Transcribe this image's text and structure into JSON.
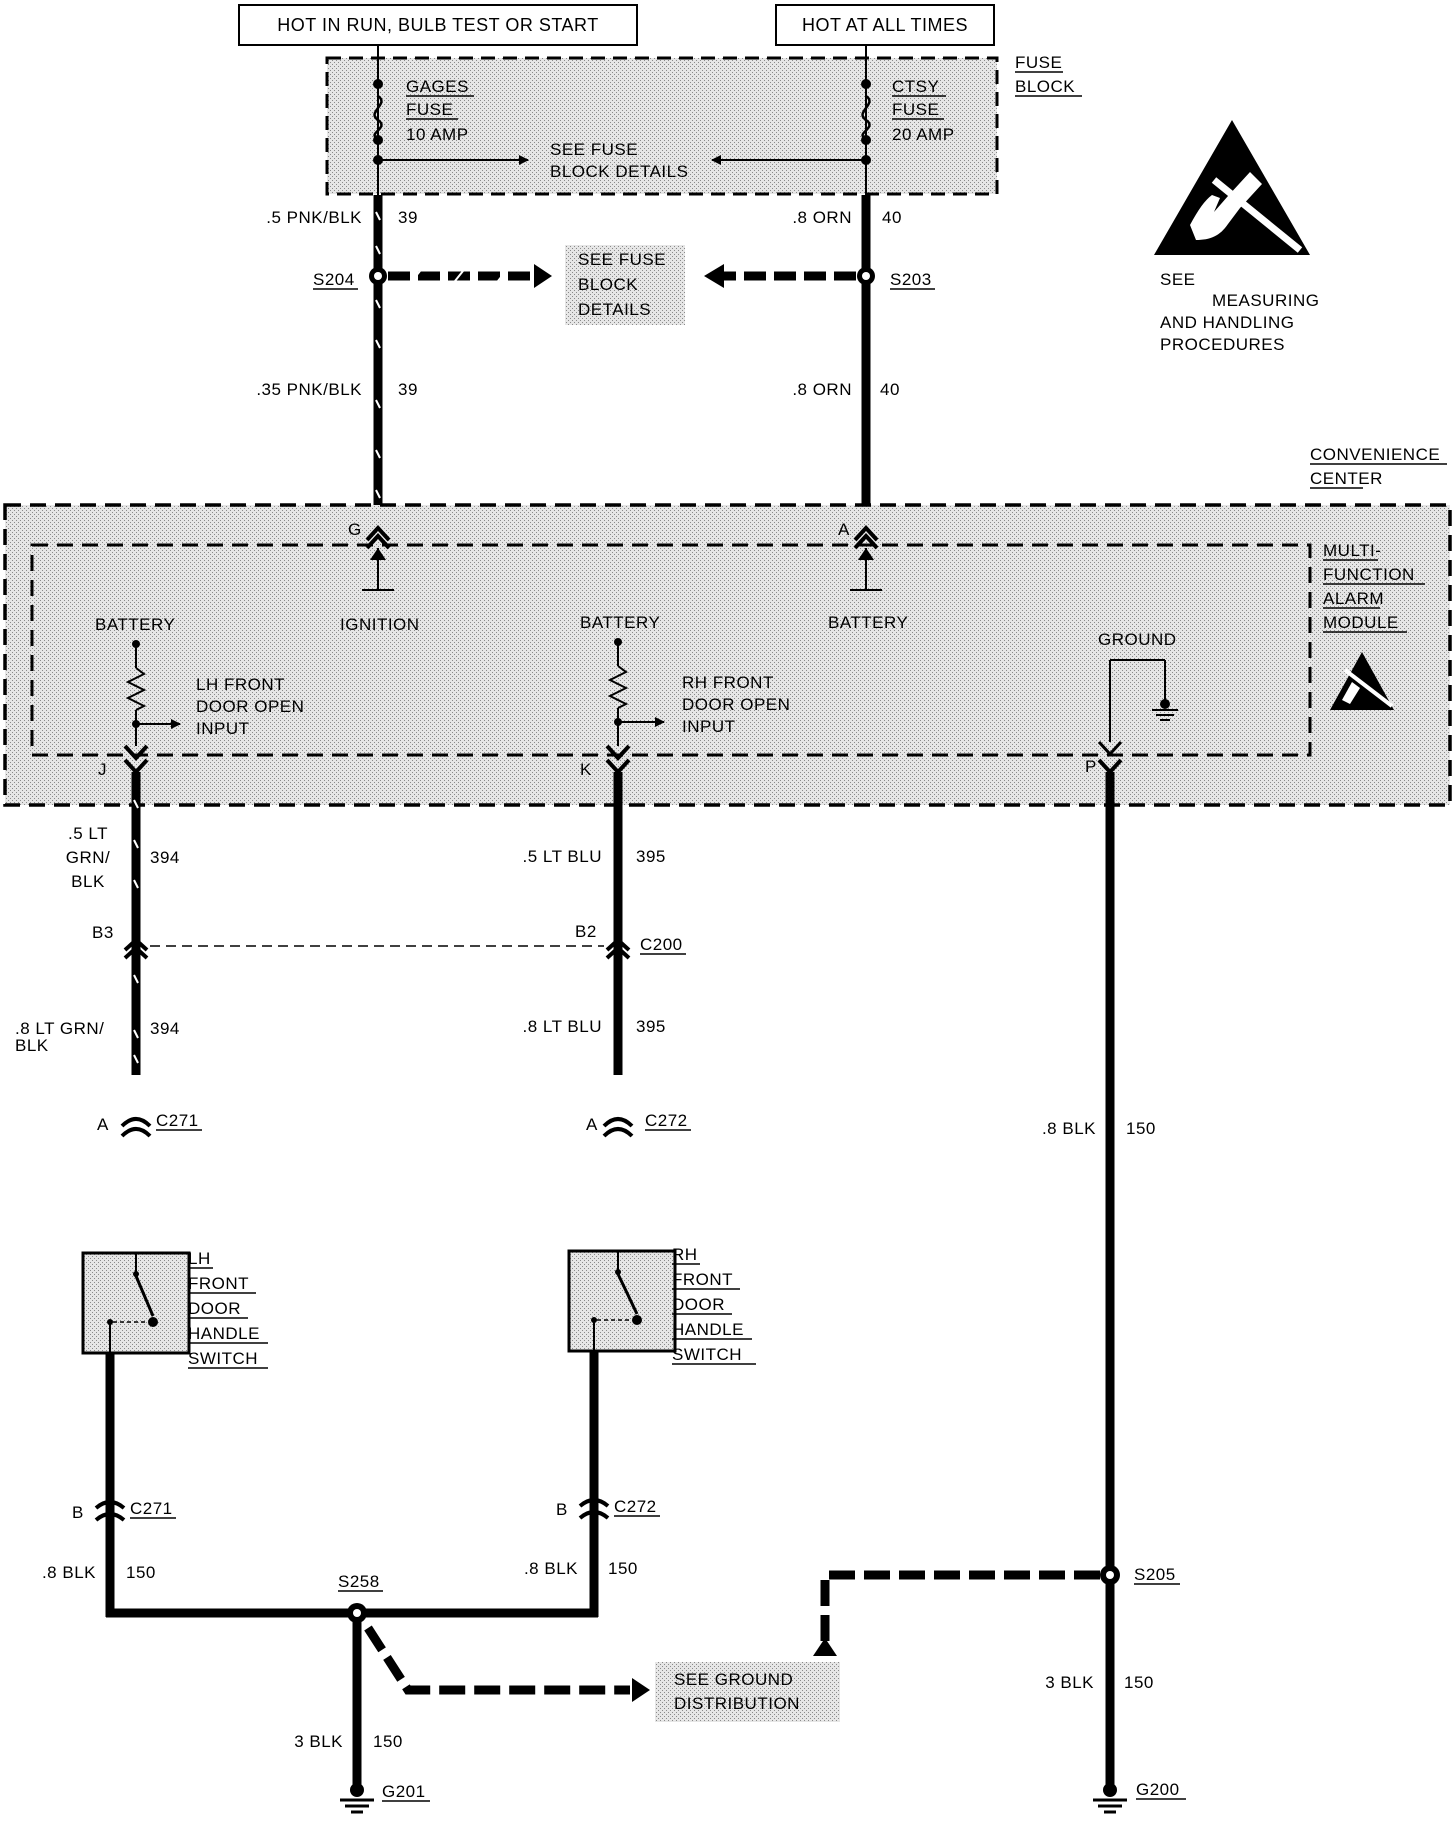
{
  "power": {
    "run": "HOT IN RUN, BULB TEST OR START",
    "always": "HOT AT ALL TIMES"
  },
  "fuse_block": {
    "label_line1": "FUSE",
    "label_line2": "BLOCK",
    "gages": [
      "GAGES",
      "FUSE",
      "10 AMP"
    ],
    "ctsy": [
      "CTSY",
      "FUSE",
      "20 AMP"
    ],
    "see_details": [
      "SEE FUSE",
      "BLOCK DETAILS"
    ]
  },
  "fuse_details_box": [
    "SEE FUSE",
    "BLOCK",
    "DETAILS"
  ],
  "esd": [
    "SEE",
    "MEASURING",
    "AND HANDLING",
    "PROCEDURES"
  ],
  "wires": {
    "w39_upper": {
      "size": ".5 PNK/BLK",
      "circuit": "39"
    },
    "w40_upper": {
      "size": ".8 ORN",
      "circuit": "40"
    },
    "w39_lower": {
      "size": ".35 PNK/BLK",
      "circuit": "39"
    },
    "w40_lower": {
      "size": ".8 ORN",
      "circuit": "40"
    },
    "w394_upper": {
      "size": [
        ".5 LT",
        "GRN/",
        "BLK"
      ],
      "circuit": "394"
    },
    "w395_upper": {
      "size": ".5 LT BLU",
      "circuit": "395"
    },
    "w394_lower": {
      "size": [
        ".8 LT GRN/",
        "BLK"
      ],
      "circuit": "394"
    },
    "w395_lower": {
      "size": ".8 LT BLU",
      "circuit": "395"
    },
    "w150_right": {
      "size": ".8 BLK",
      "circuit": "150"
    },
    "w150_lh": {
      "size": ".8 BLK",
      "circuit": "150"
    },
    "w150_rh": {
      "size": ".8 BLK",
      "circuit": "150"
    },
    "w150_g201": {
      "size": "3 BLK",
      "circuit": "150"
    },
    "w150_g200": {
      "size": "3 BLK",
      "circuit": "150"
    }
  },
  "splices": {
    "s204": "S204",
    "s203": "S203",
    "s258": "S258",
    "s205": "S205"
  },
  "convenience_center": [
    "CONVENIENCE",
    "CENTER"
  ],
  "mfam": [
    "MULTI-",
    "FUNCTION",
    "ALARM",
    "MODULE"
  ],
  "module": {
    "pin_g": "G",
    "pin_a": "A",
    "pin_j": "J",
    "pin_k": "K",
    "pin_p": "P",
    "ignition": "IGNITION",
    "battery_left": "BATTERY",
    "battery_mid": "BATTERY",
    "battery_right": "BATTERY",
    "ground": "GROUND",
    "lh_input": [
      "LH FRONT",
      "DOOR OPEN",
      "INPUT"
    ],
    "rh_input": [
      "RH FRONT",
      "DOOR OPEN",
      "INPUT"
    ]
  },
  "connectors": {
    "b3": "B3",
    "b2": "B2",
    "c200": "C200",
    "c271_a_pin": "A",
    "c271_a": "C271",
    "c272_a_pin": "A",
    "c272_a": "C272",
    "c271_b_pin": "B",
    "c271_b": "C271",
    "c272_b_pin": "B",
    "c272_b": "C272"
  },
  "switches": {
    "lh": [
      "LH",
      "FRONT",
      "DOOR",
      "HANDLE",
      "SWITCH"
    ],
    "rh": [
      "RH",
      "FRONT",
      "DOOR",
      "HANDLE",
      "SWITCH"
    ]
  },
  "ground_dist": [
    "SEE GROUND",
    "DISTRIBUTION"
  ],
  "grounds": {
    "g201": "G201",
    "g200": "G200"
  }
}
